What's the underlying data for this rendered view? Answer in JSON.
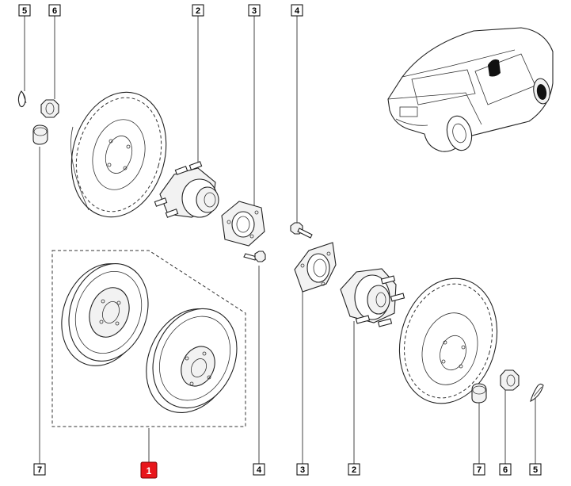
{
  "callouts": {
    "top_left_5": "5",
    "top_left_6": "6",
    "top_2": "2",
    "top_3": "3",
    "top_4": "4",
    "left_7": "7",
    "bottom_1": "1",
    "bottom_4": "4",
    "bottom_3": "3",
    "bottom_2": "2",
    "bottom_7": "7",
    "bottom_6": "6",
    "bottom_5": "5"
  },
  "colors": {
    "highlight_label": "#e8161b",
    "line": "#444444"
  }
}
